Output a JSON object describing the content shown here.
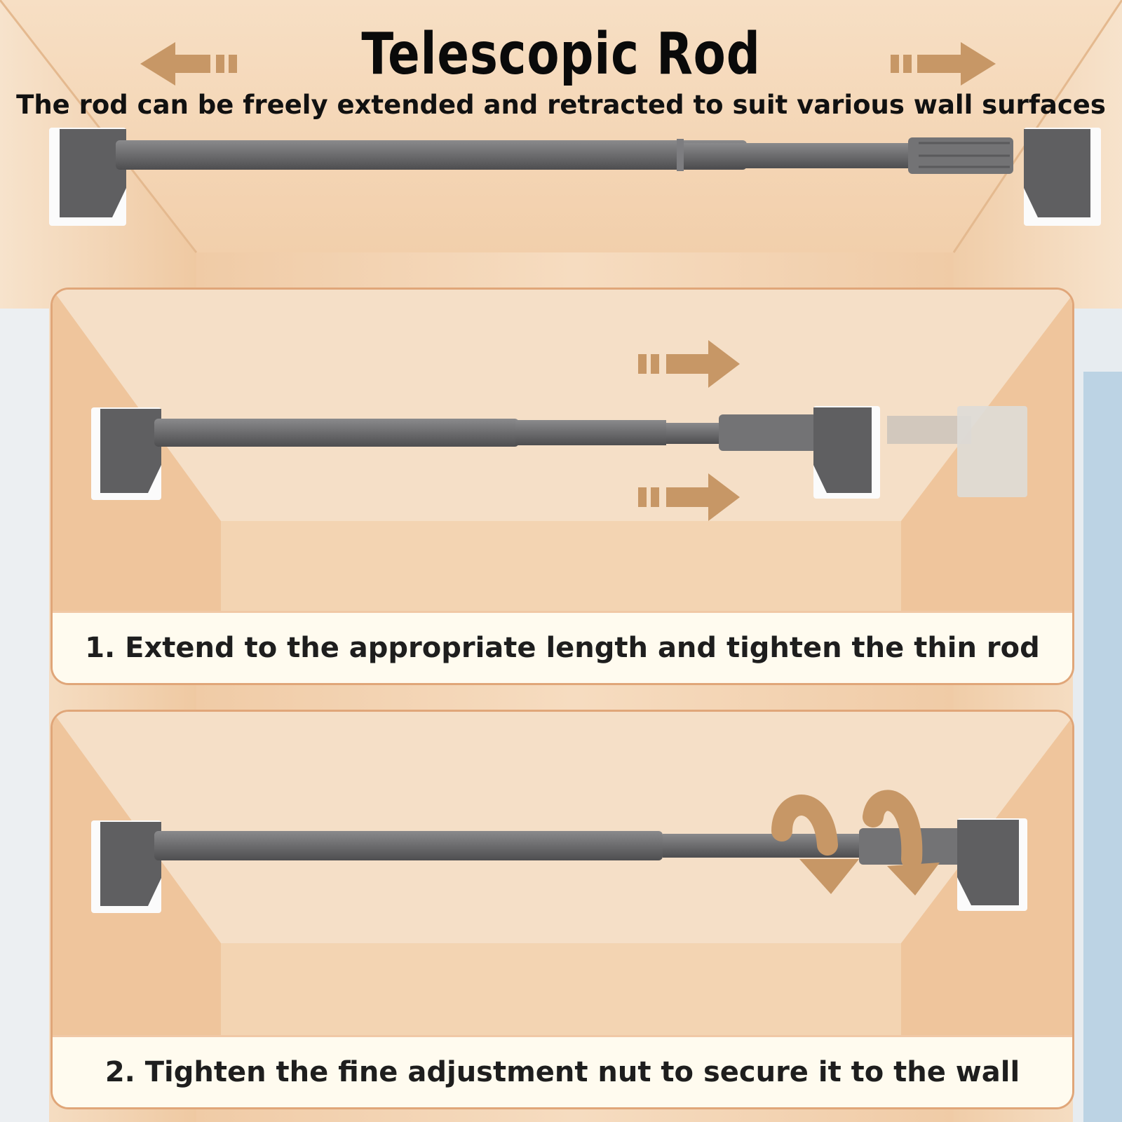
{
  "header": {
    "title": "Telescopic Rod",
    "subtitle": "The rod can be freely extended and retracted to suit various wall surfaces"
  },
  "steps": [
    {
      "caption": "1. Extend to the appropriate length and tighten the thin rod"
    },
    {
      "caption": "2. Tighten the fine adjustment nut to secure it to the wall"
    }
  ],
  "colors": {
    "arrow": "#c79766",
    "rod": "#6b6b6d",
    "panel_border": "#e0a679",
    "caption_bg": "#fffbef"
  },
  "icons": [
    "arrow-left-icon",
    "arrow-right-icon",
    "rotate-arrow-icon"
  ]
}
